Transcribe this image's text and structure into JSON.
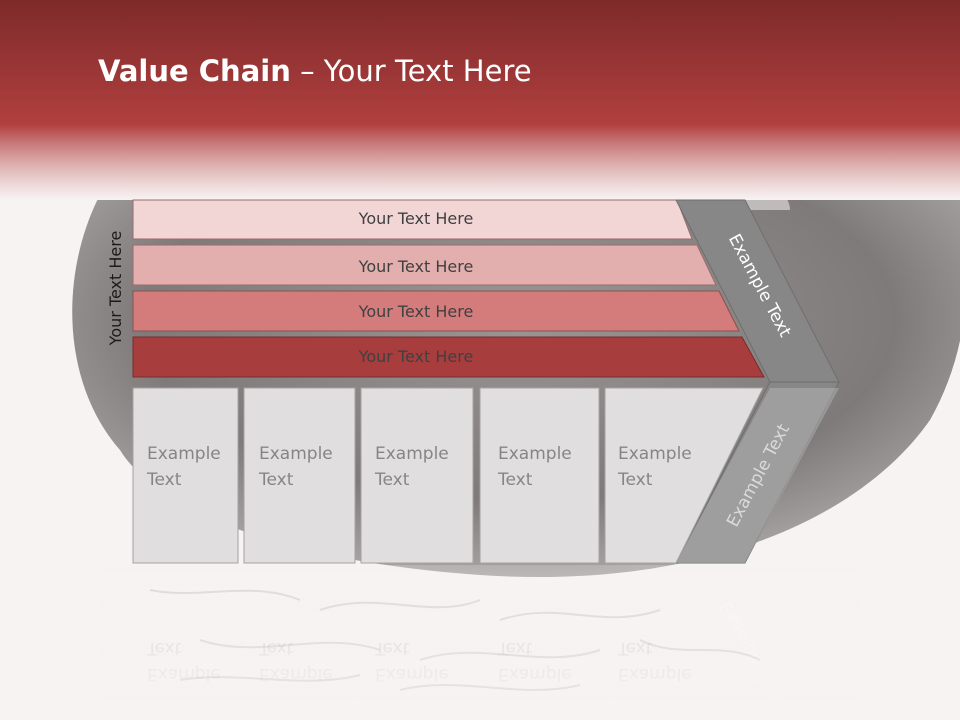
{
  "title": {
    "bold": "Value Chain",
    "rest": " – Your Text Here"
  },
  "side_label": "Your Text Here",
  "support_rows": [
    "Your Text Here",
    "Your Text Here",
    "Your Text Here",
    "Your Text Here"
  ],
  "primary_boxes": [
    [
      "Example",
      "Text"
    ],
    [
      "Example",
      "Text"
    ],
    [
      "Example",
      "Text"
    ],
    [
      "Example",
      "Text"
    ],
    [
      "Example",
      "Text"
    ]
  ],
  "arrow_labels": {
    "upper": "Example Text",
    "lower": "Example Text"
  },
  "colors": {
    "header_dark": "#7e2a2a",
    "header_mid": "#b13f3f",
    "row1": "#f2d6d6",
    "row2": "#e3aeae",
    "row3": "#d47c7c",
    "row4": "#a83d3d",
    "box_fill": "#d9d9d9",
    "arrow_fill": "#878787",
    "row_text": "#404040",
    "box_text": "#262626"
  }
}
